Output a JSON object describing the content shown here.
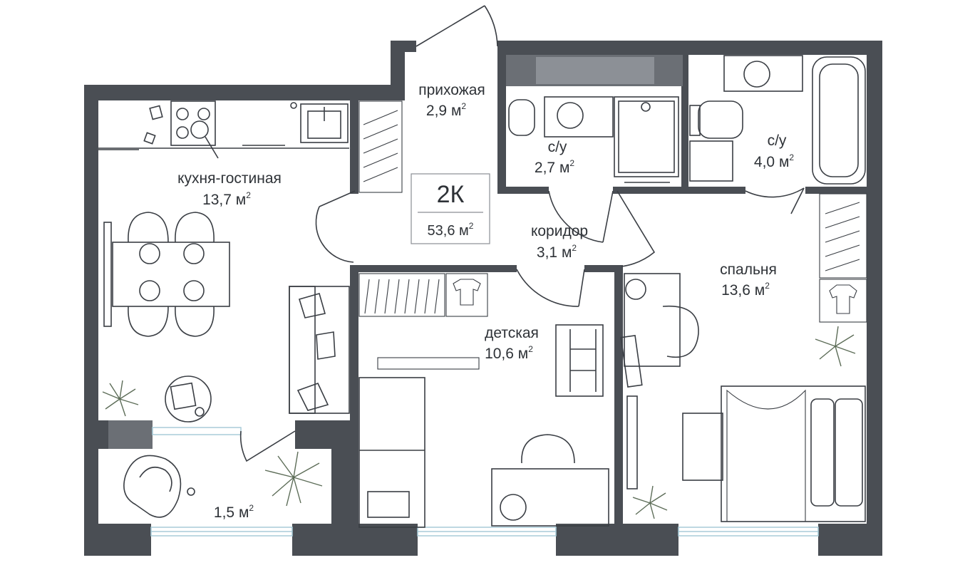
{
  "plan": {
    "apartment_type": "2К",
    "total_area": "53,6 м",
    "area_unit_sup": "2",
    "rooms": [
      {
        "id": "entry",
        "name": "прихожая",
        "area": "2,9 м"
      },
      {
        "id": "kitchen",
        "name": "кухня-гостиная",
        "area": "13,7 м"
      },
      {
        "id": "bath1",
        "name": "с/у",
        "area": "2,7 м"
      },
      {
        "id": "bath2",
        "name": "с/у",
        "area": "4,0 м"
      },
      {
        "id": "corridor",
        "name": "коридор",
        "area": "3,1 м"
      },
      {
        "id": "bedroom",
        "name": "спальня",
        "area": "13,6 м"
      },
      {
        "id": "kids",
        "name": "детская",
        "area": "10,6 м"
      },
      {
        "id": "balcony",
        "name": "",
        "area": "1,5 м"
      }
    ],
    "colors": {
      "wall": "#4a4e54",
      "wall_light": "#6b6f75",
      "window": "#cfe6ef",
      "plant": "#8a9a86",
      "line": "#3a3e44"
    }
  }
}
